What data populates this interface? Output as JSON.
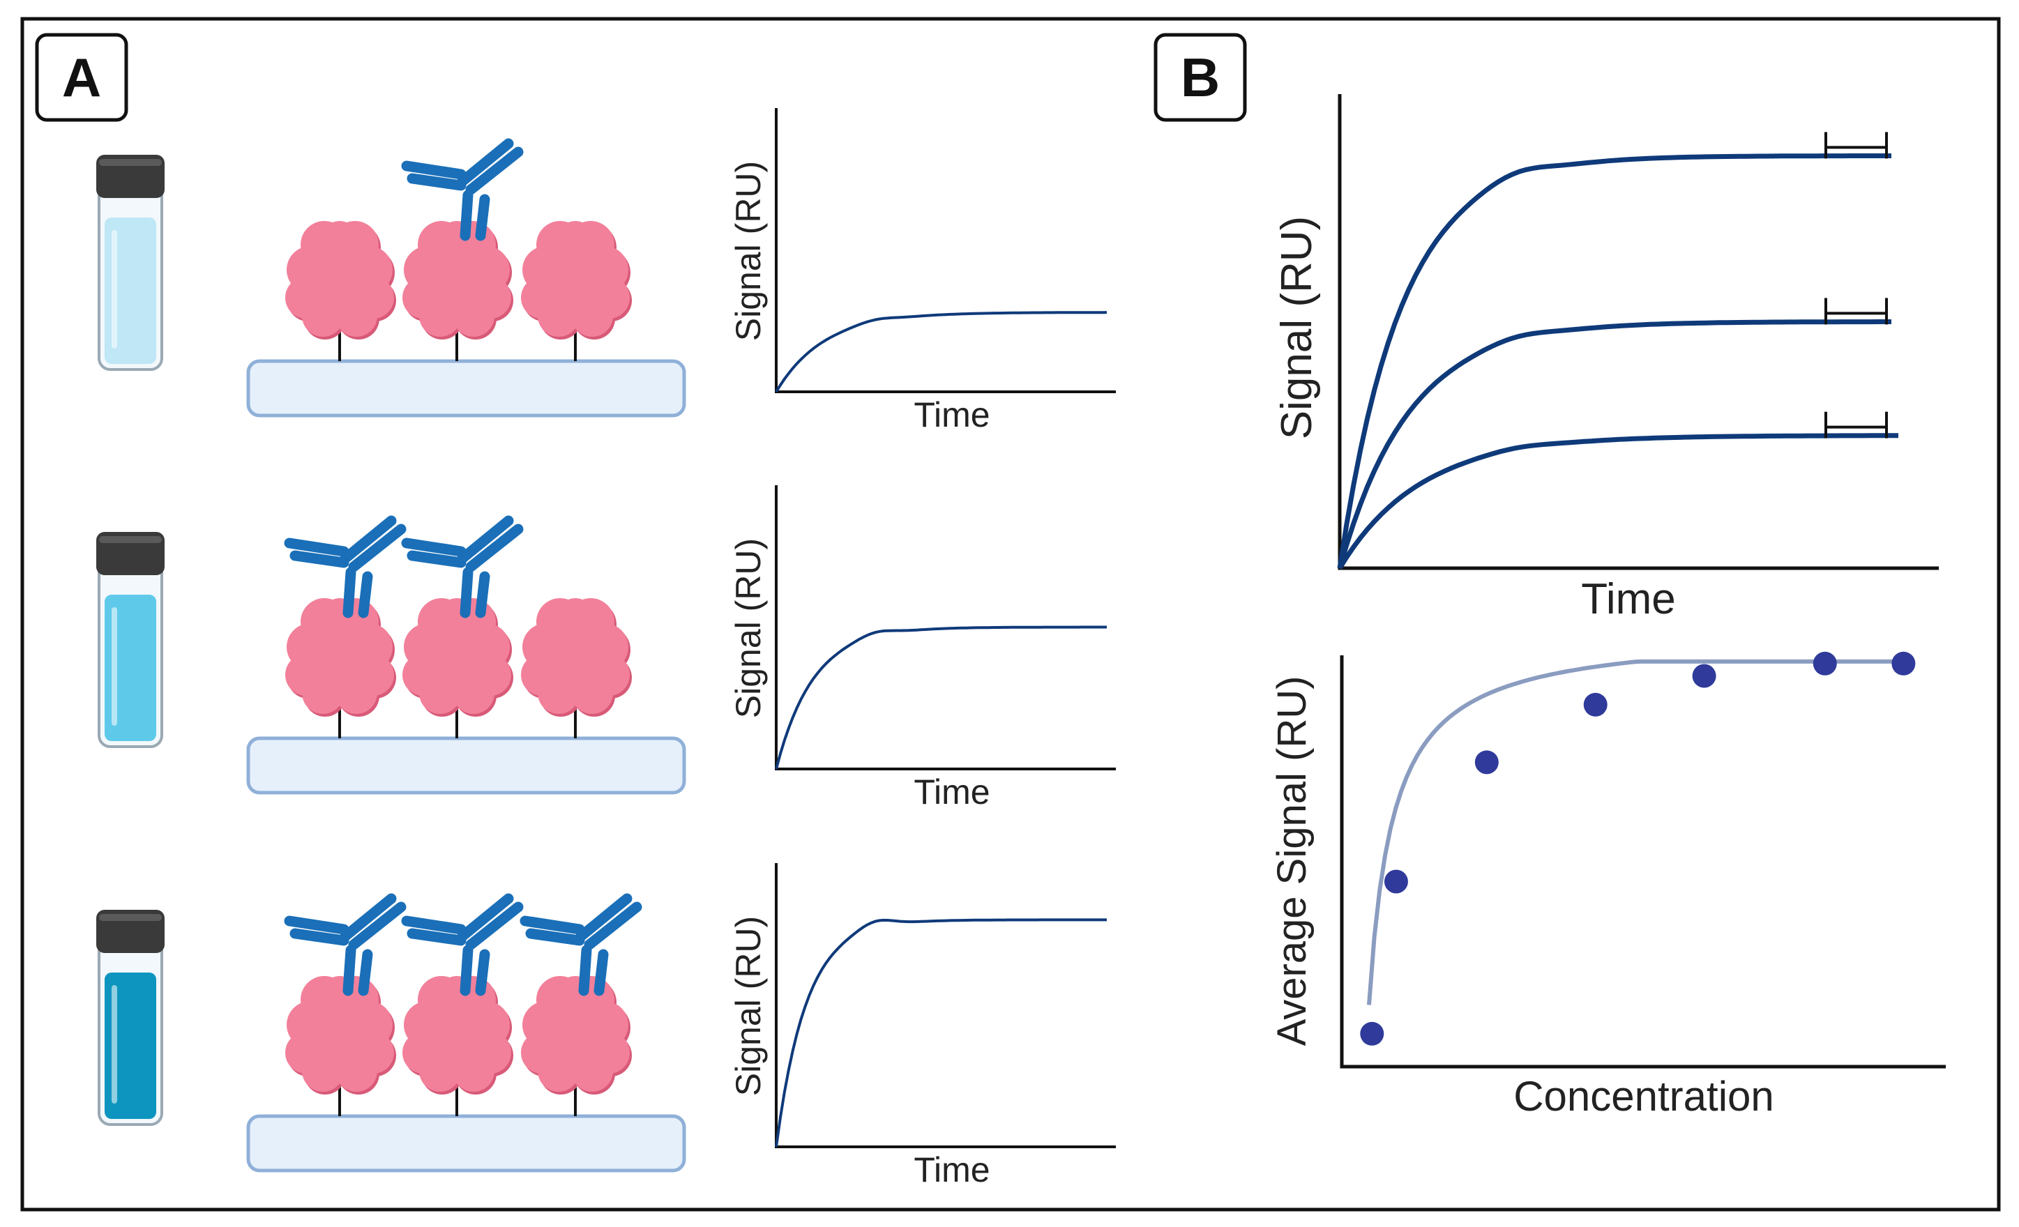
{
  "panels": {
    "a": {
      "label": "A"
    },
    "b": {
      "label": "B"
    }
  },
  "axis_labels": {
    "signal": "Signal (RU)",
    "time": "Time",
    "average_signal": "Average Signal (RU)",
    "concentration": "Concentration"
  },
  "colors": {
    "frame": "#111111",
    "curve": "#0f3a7a",
    "fit_curve": "#8a9cc0",
    "points": "#2f3a9a",
    "antibody": "#1a6fb8",
    "antigen": "#f2809a",
    "antigen_shade": "#d85a78",
    "surface_fill": "#e6f0fb",
    "surface_stroke": "#8fb0d8",
    "vial_cap": "#3a3a3a",
    "vial_liquid": [
      "#bfe7f6",
      "#5fc9ea",
      "#0e95bf"
    ]
  },
  "icons": [
    "vial-icon",
    "antigen-icon",
    "antibody-icon",
    "sensor-surface-icon"
  ],
  "rows": [
    {
      "bound_antibodies": 1
    },
    {
      "bound_antibodies": 2
    },
    {
      "bound_antibodies": 3
    }
  ],
  "chart_data": [
    {
      "type": "line",
      "xlabel": "Time",
      "ylabel": "Signal (RU)",
      "grid": false,
      "series": [
        {
          "plateau_fraction": 0.28
        }
      ]
    },
    {
      "type": "line",
      "xlabel": "Time",
      "ylabel": "Signal (RU)",
      "grid": false,
      "series": [
        {
          "plateau_fraction": 0.5
        }
      ]
    },
    {
      "type": "line",
      "xlabel": "Time",
      "ylabel": "Signal (RU)",
      "grid": false,
      "series": [
        {
          "plateau_fraction": 0.8
        }
      ]
    },
    {
      "type": "line",
      "xlabel": "Time",
      "ylabel": "Signal (RU)",
      "grid": false,
      "series": [
        {
          "plateau_fraction": 0.87
        },
        {
          "plateau_fraction": 0.52
        },
        {
          "plateau_fraction": 0.28
        }
      ]
    },
    {
      "type": "scatter",
      "xlabel": "Concentration",
      "ylabel": "Average Signal (RU)",
      "grid": false,
      "x": [
        0.05,
        0.09,
        0.24,
        0.42,
        0.6,
        0.8,
        0.93
      ],
      "y": [
        0.08,
        0.45,
        0.74,
        0.88,
        0.95,
        0.98,
        0.98
      ]
    }
  ]
}
